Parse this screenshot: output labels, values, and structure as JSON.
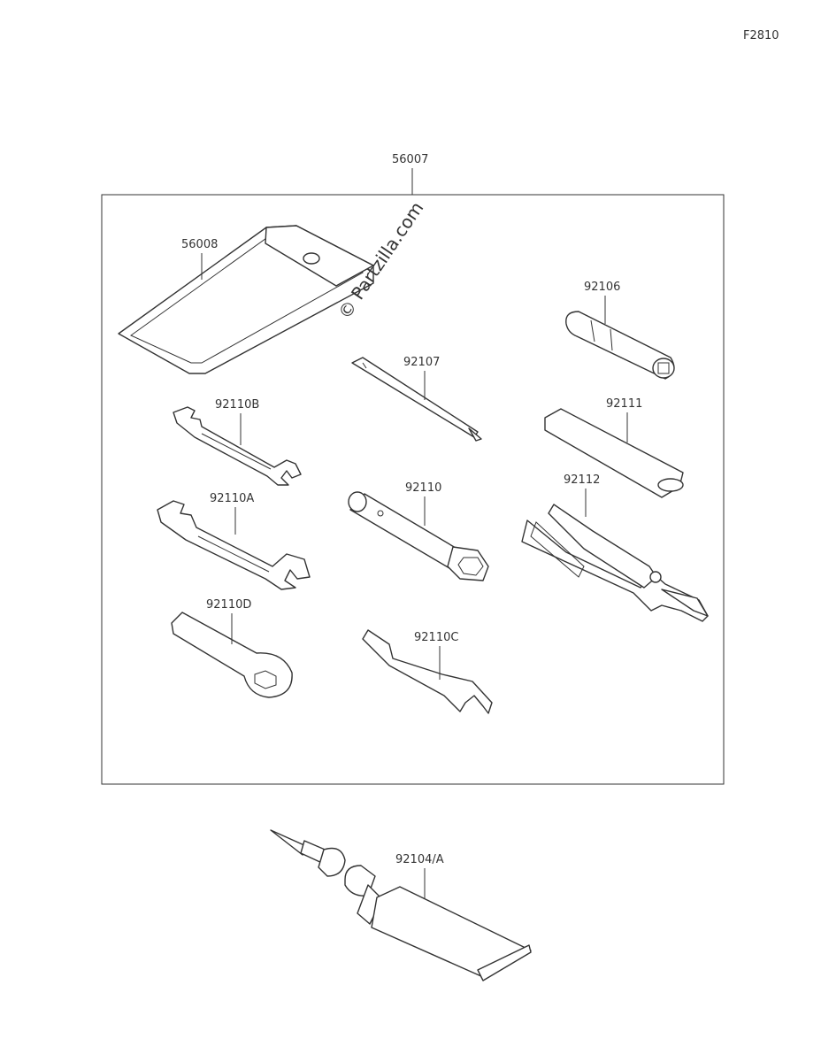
{
  "figure_code": "F2810",
  "watermark": "© Partzilla.com",
  "callouts": {
    "kit": "56007",
    "case": "56008",
    "p92106": "92106",
    "p92107": "92107",
    "p92111": "92111",
    "p92110B": "92110B",
    "p92110": "92110",
    "p92112": "92112",
    "p92110A": "92110A",
    "p92110D": "92110D",
    "p92110C": "92110C",
    "p92104A": "92104/A"
  }
}
